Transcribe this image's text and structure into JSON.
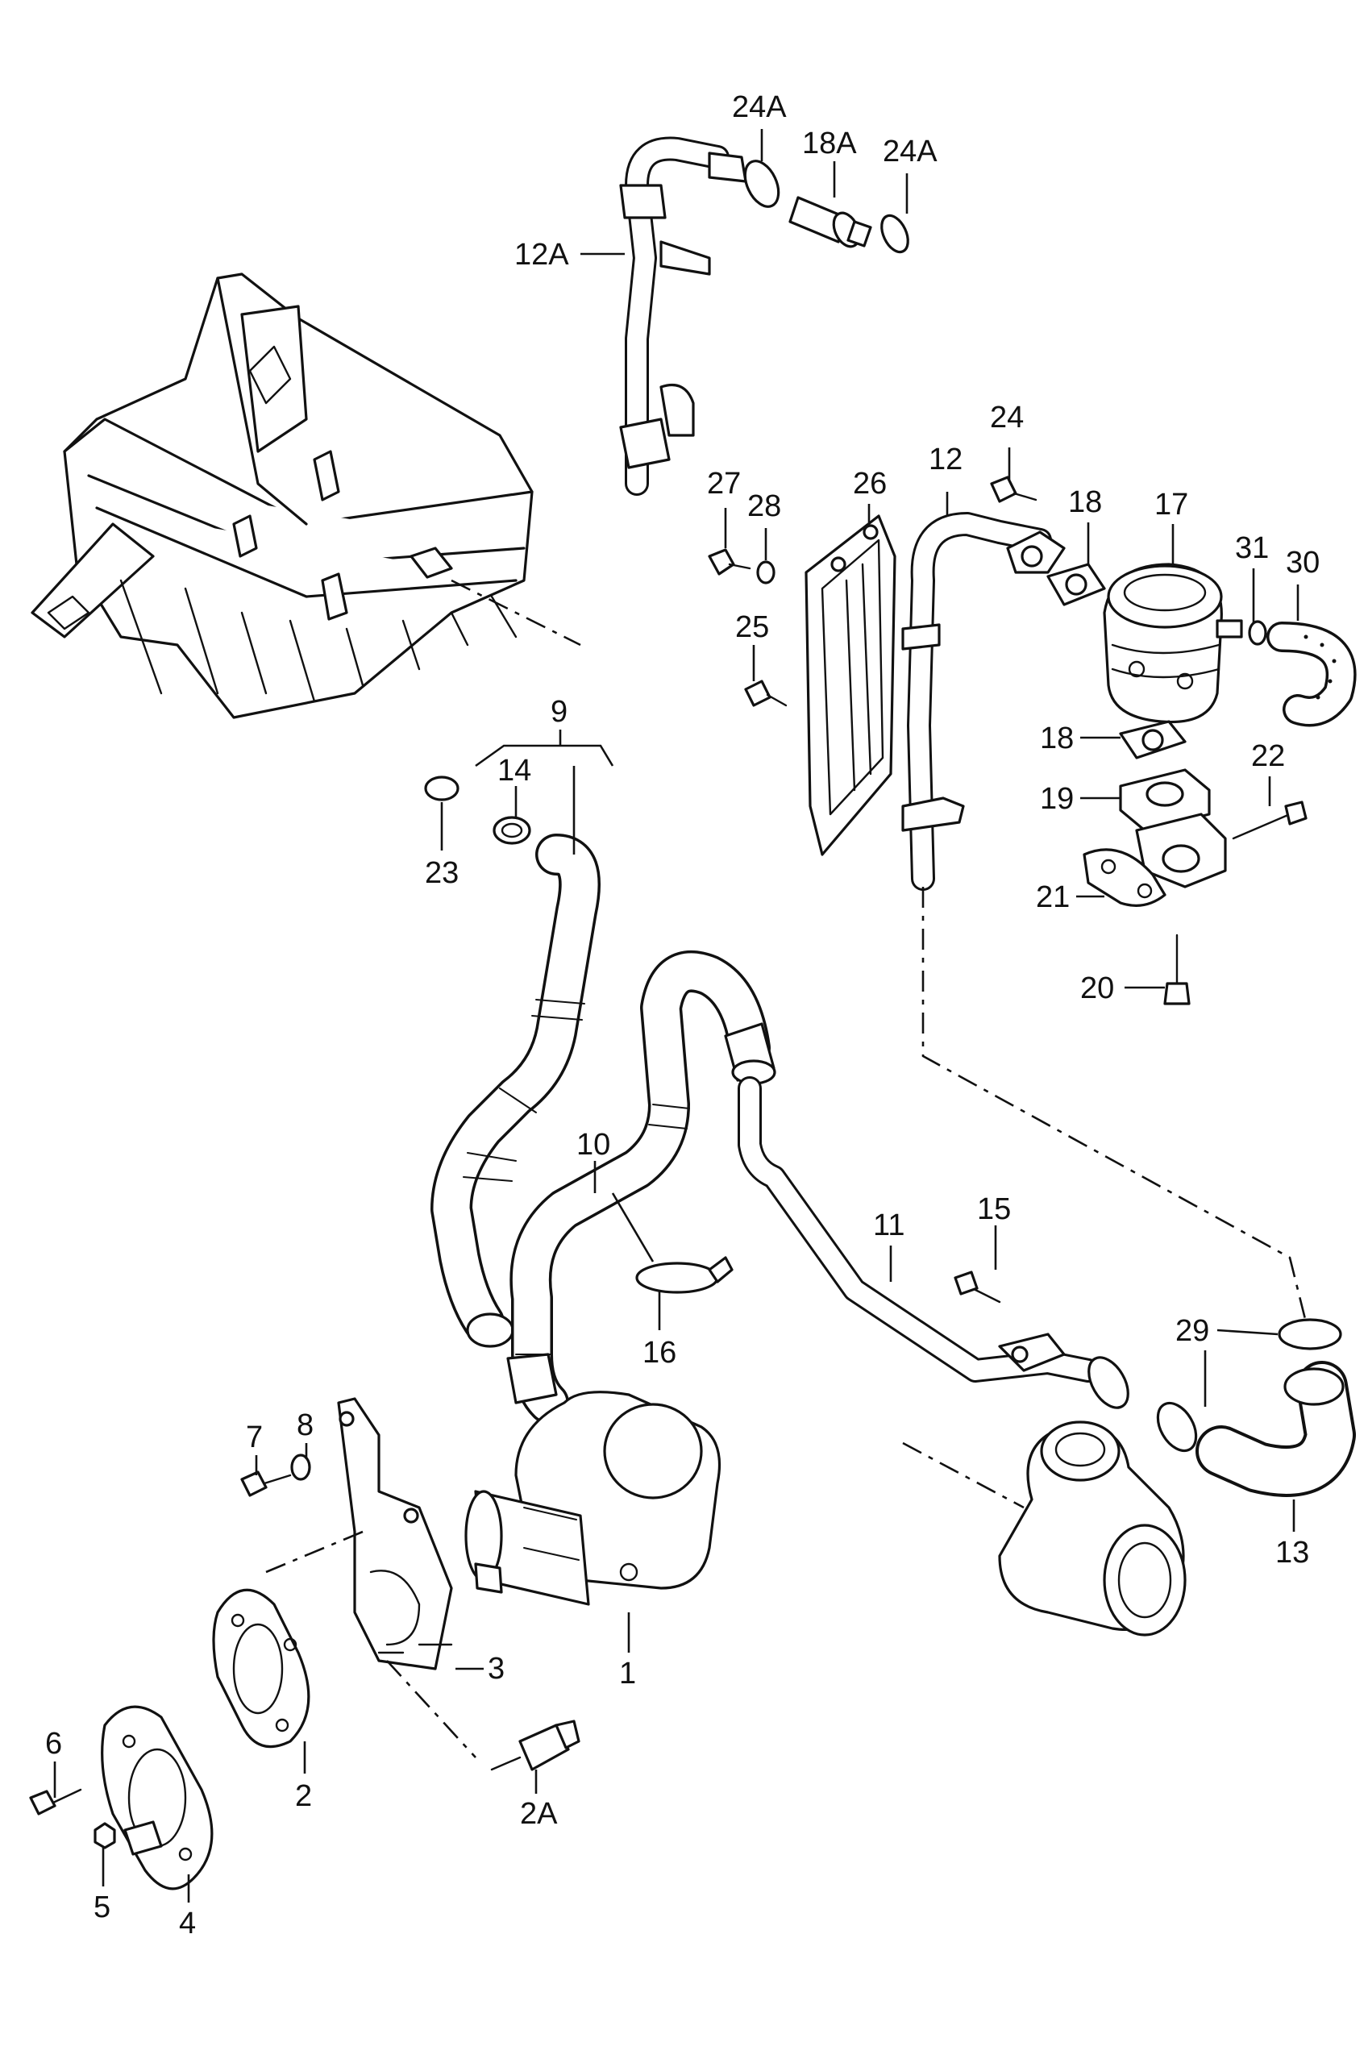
{
  "callouts": {
    "c24A_a": "24A",
    "c18A": "18A",
    "c24A_b": "24A",
    "c12A": "12A",
    "c24": "24",
    "c12": "12",
    "c27": "27",
    "c28": "28",
    "c26": "26",
    "c18_a": "18",
    "c17": "17",
    "c31": "31",
    "c30": "30",
    "c25": "25",
    "c18_b": "18",
    "c22": "22",
    "c19": "19",
    "c21": "21",
    "c20": "20",
    "c9": "9",
    "c14": "14",
    "c23": "23",
    "c10": "10",
    "c11": "11",
    "c15": "15",
    "c29": "29",
    "c16": "16",
    "c8": "8",
    "c7": "7",
    "c13": "13",
    "c3": "3",
    "c1": "1",
    "c6": "6",
    "c2": "2",
    "c2A": "2A",
    "c4": "4",
    "c5": "5"
  }
}
